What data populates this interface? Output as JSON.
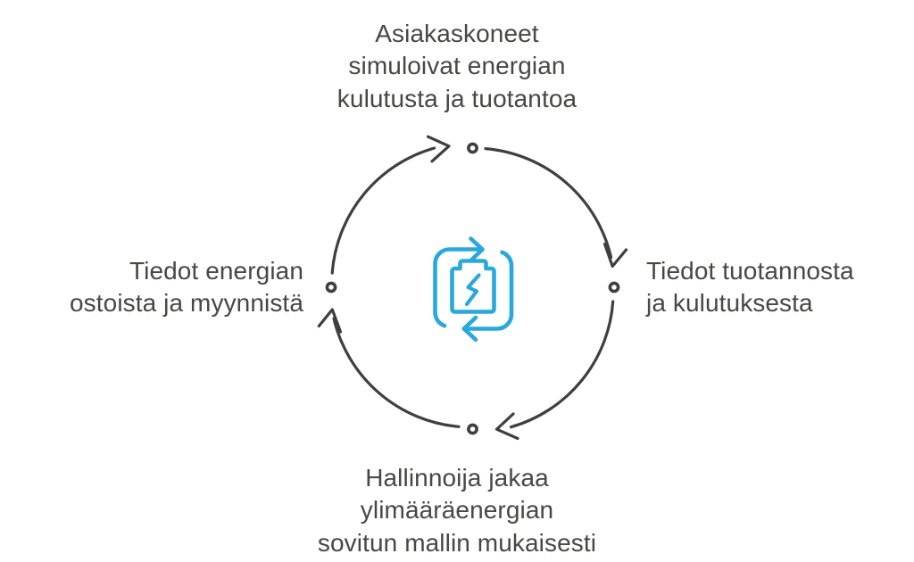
{
  "diagram": {
    "title_text": "",
    "type": "cyclical-process",
    "colors": {
      "text": "#474744",
      "arc": "#3f3f3f",
      "node_ring": "#3f3f3f",
      "icon_accent": "#29a8dd",
      "background": "#ffffff"
    },
    "center_icon": {
      "name": "battery-recycle-icon",
      "description": "battery with lightning bolt inside a looping refresh arrow square",
      "color": "#29a8dd"
    },
    "nodes": [
      {
        "position": "top",
        "marker": "ring",
        "lines": [
          "Asiakaskoneet",
          "simuloivat energian",
          "kulutusta ja tuotantoa"
        ]
      },
      {
        "position": "right",
        "marker": "ring",
        "lines": [
          "Tiedot tuotannosta",
          "ja kulutuksesta"
        ]
      },
      {
        "position": "bottom",
        "marker": "ring",
        "lines": [
          "Hallinnoija jakaa",
          "ylimääräenergian",
          "sovitun mallin mukaisesti"
        ]
      },
      {
        "position": "left",
        "marker": "ring",
        "lines": [
          "Tiedot energian",
          "ostoista ja myynnistä"
        ]
      }
    ],
    "flow_direction": "clockwise",
    "arrow_count": 4
  }
}
